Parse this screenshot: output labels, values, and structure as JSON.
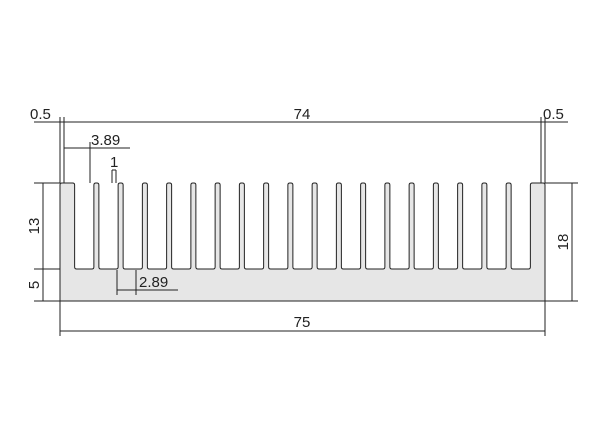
{
  "drawing": {
    "dimensions": {
      "edge_left": "0.5",
      "fin_span": "74",
      "edge_right": "0.5",
      "fin_pitch": "3.89",
      "fin_thickness": "1",
      "fin_height": "13",
      "base_thickness": "5",
      "fin_gap": "2.89",
      "total_height": "18",
      "total_width": "75"
    },
    "fin_count": 20,
    "colors": {
      "part_fill": "#e6e6e6",
      "line": "#222222"
    }
  }
}
